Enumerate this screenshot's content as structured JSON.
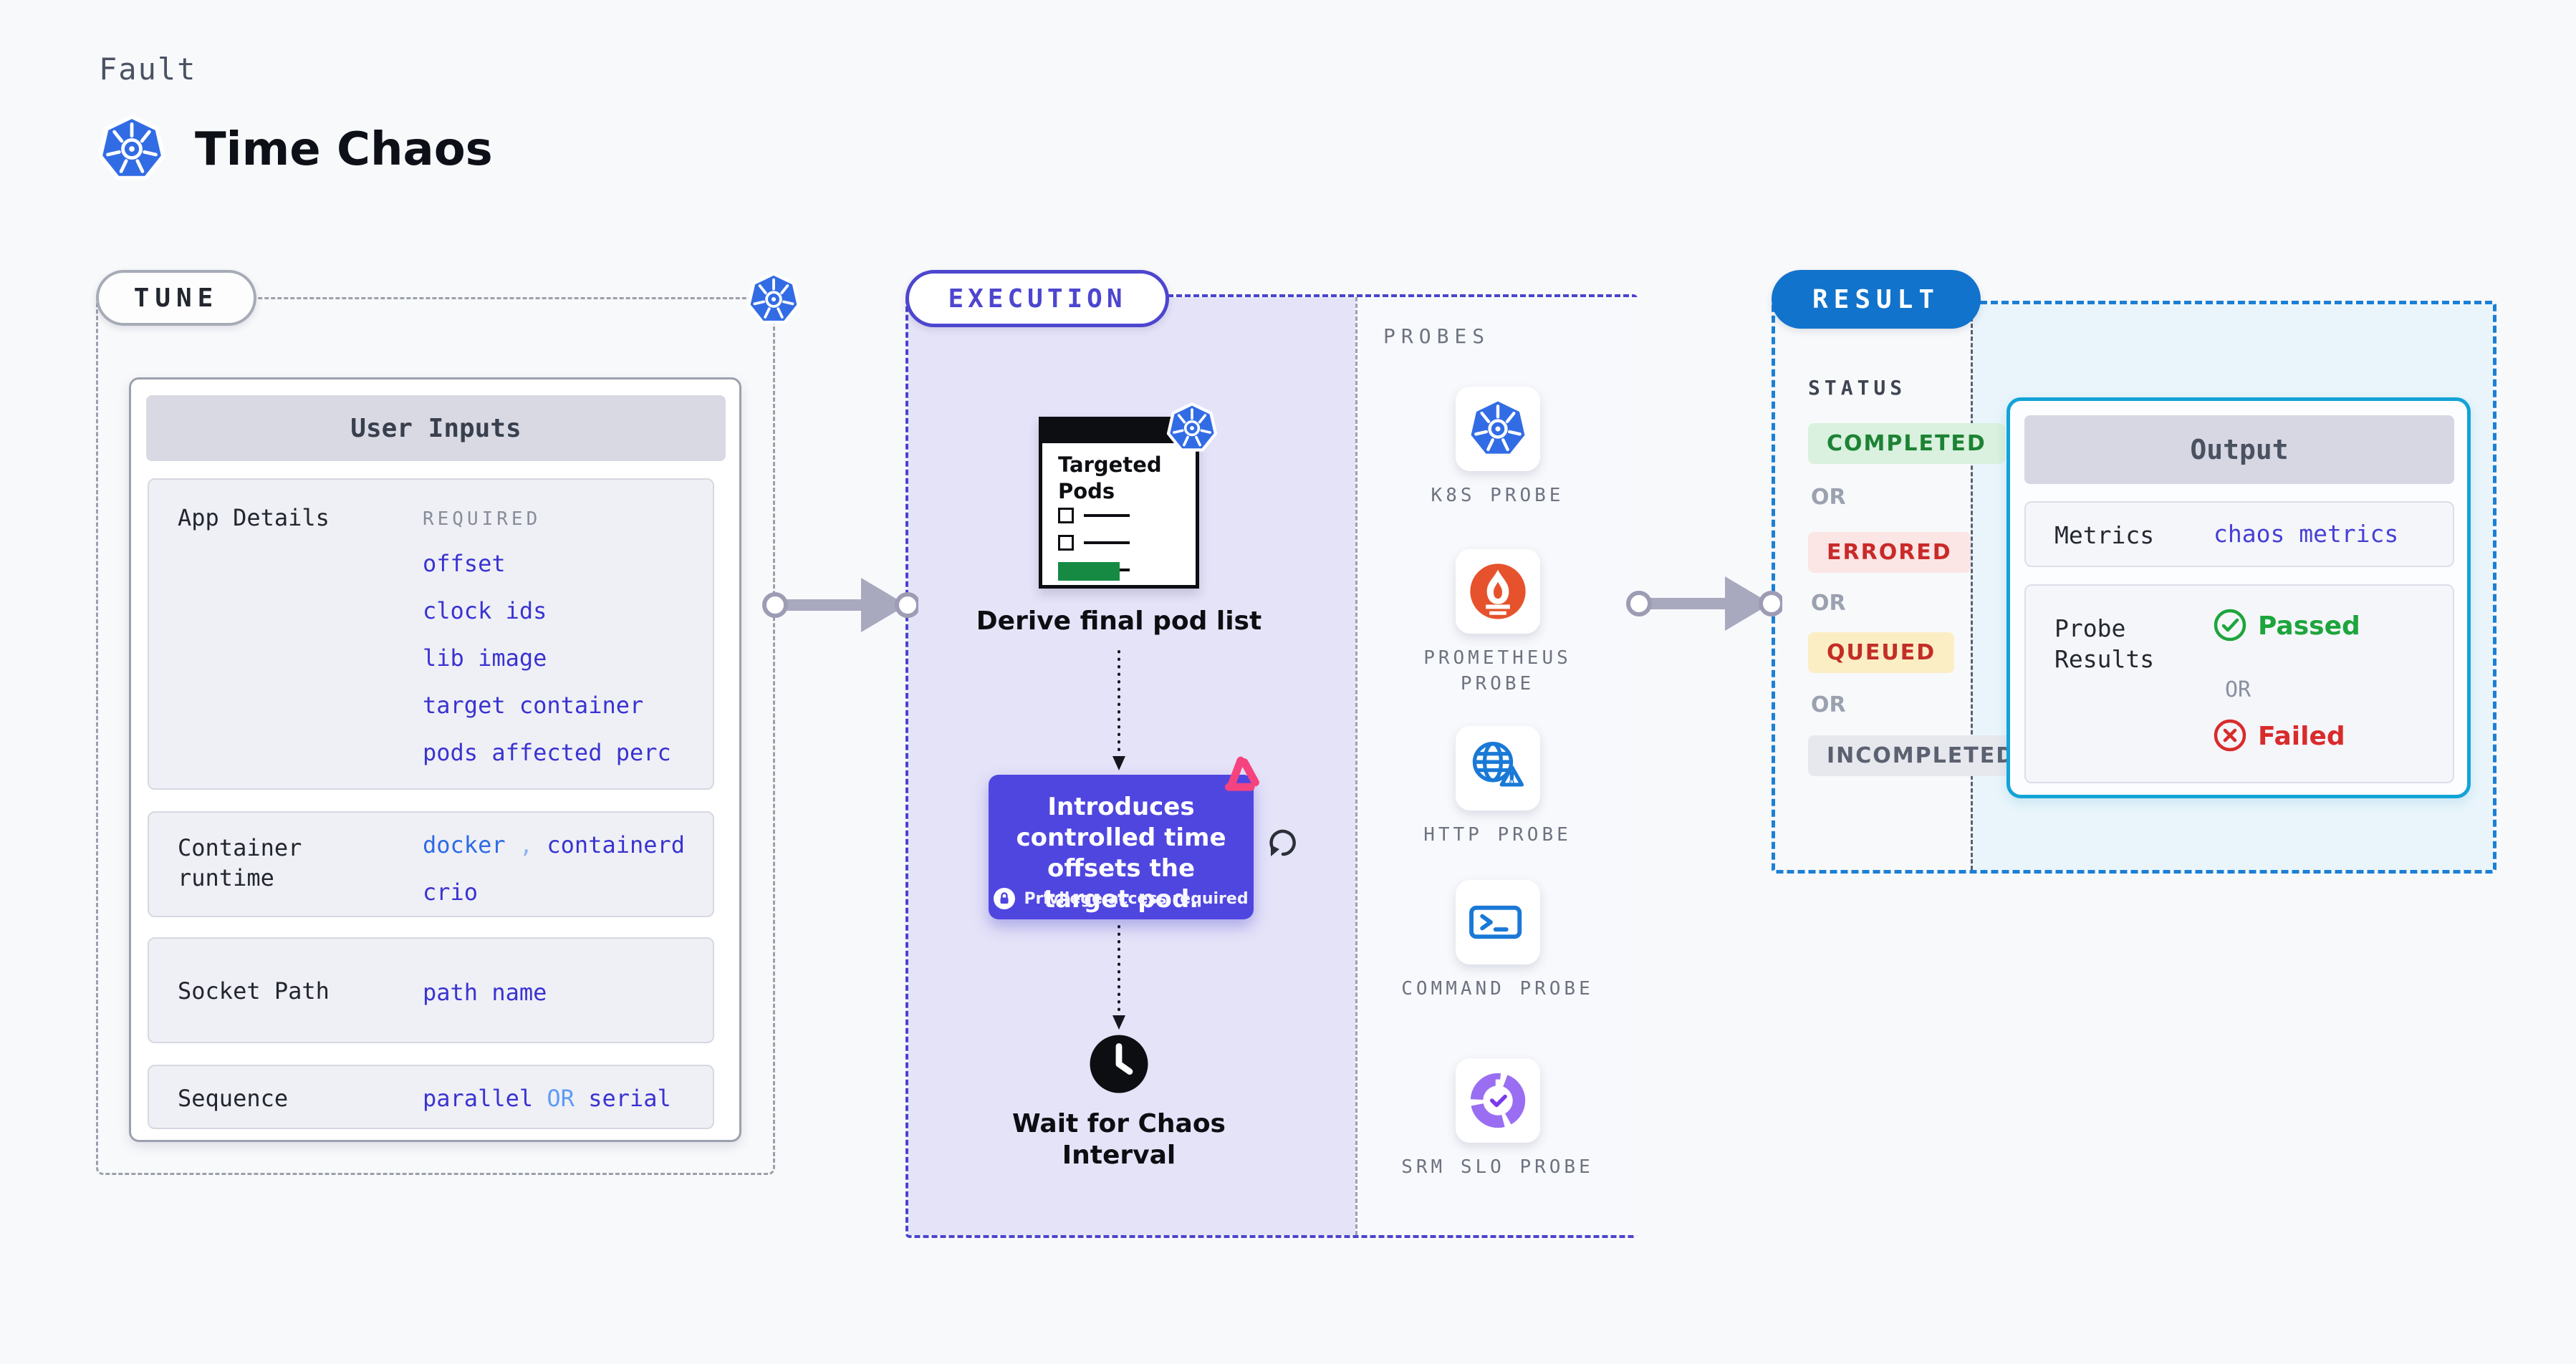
{
  "header": {
    "eyebrow": "Fault",
    "title": "Time Chaos",
    "title_icon": "kubernetes-icon"
  },
  "tune": {
    "badge_label": "TUNE",
    "user_inputs": {
      "title": "User Inputs",
      "app_details": {
        "label": "App Details",
        "tag": "REQUIRED",
        "links": [
          "offset",
          "clock ids",
          "lib image",
          "target container",
          "pods affected perc"
        ]
      },
      "container_runtime": {
        "label": "Container runtime",
        "value1": "docker",
        "separator": ",",
        "value2": "containerd",
        "value3": "crio"
      },
      "socket_path": {
        "label": "Socket Path",
        "value": "path name"
      },
      "sequence": {
        "label": "Sequence",
        "value1": "parallel",
        "or": "OR",
        "value2": "serial"
      }
    }
  },
  "execution": {
    "badge_label": "EXECUTION",
    "targeted_pods": {
      "title": "Targeted Pods",
      "icon": "kubernetes-icon"
    },
    "derive_caption": "Derive final pod list",
    "fault_card": {
      "text": "Introduces controlled time offsets the target pod.",
      "note": "Privilege access required",
      "note_icon": "lock-icon",
      "corner_icon": "chaos-swirl-icon",
      "side_icon": "refresh-icon"
    },
    "wait_icon": "clock-icon",
    "wait_caption": "Wait for Chaos Interval",
    "probes": {
      "title": "PROBES",
      "items": [
        {
          "label": "K8S PROBE",
          "icon": "kubernetes-icon"
        },
        {
          "label": "PROMETHEUS PROBE",
          "icon": "prometheus-icon"
        },
        {
          "label": "HTTP PROBE",
          "icon": "globe-warning-icon"
        },
        {
          "label": "COMMAND PROBE",
          "icon": "terminal-icon"
        },
        {
          "label": "SRM SLO PROBE",
          "icon": "slo-gauge-icon"
        }
      ]
    }
  },
  "result": {
    "badge_label": "RESULT",
    "status": {
      "title": "STATUS",
      "items": [
        {
          "label": "COMPLETED",
          "type": "success"
        },
        {
          "label": "OR",
          "type": "or"
        },
        {
          "label": "ERRORED",
          "type": "error"
        },
        {
          "label": "OR",
          "type": "or"
        },
        {
          "label": "QUEUED",
          "type": "warning"
        },
        {
          "label": "OR",
          "type": "or"
        },
        {
          "label": "INCOMPLETED",
          "type": "neutral"
        }
      ]
    },
    "output": {
      "title": "Output",
      "metrics": {
        "label": "Metrics",
        "link": "chaos metrics"
      },
      "probe_results": {
        "label": "Probe Results",
        "passed": "Passed",
        "or": "OR",
        "failed": "Failed"
      }
    }
  },
  "colors": {
    "page_bg": "#f8f9fb",
    "indigo_accent": "#4d46cf",
    "indigo_card": "#4f46e0",
    "lavender_bg": "#e5e3f8",
    "link_indigo": "#3a33d1",
    "link_blue": "#2f6ae6",
    "or_blue": "#5d9cf5",
    "result_blue": "#1173cc",
    "result_dash": "#1b7fd6",
    "output_cyan": "#12a3d7",
    "cyan_bg": "#e9f5fb",
    "success_green": "#1d8234",
    "error_red": "#c92a2a",
    "queued_bg": "#fbeec5",
    "neutral_gray": "#5b6170",
    "passed_green": "#1da53c",
    "failed_red": "#d92b2b",
    "k8s_blue": "#326ce5",
    "prometheus_orange": "#e6522c",
    "probe_icon_blue": "#1a79d6",
    "slo_purple": "#8b5cf6",
    "chaos_pink": "#f5437f",
    "progress_green": "#168a43"
  }
}
